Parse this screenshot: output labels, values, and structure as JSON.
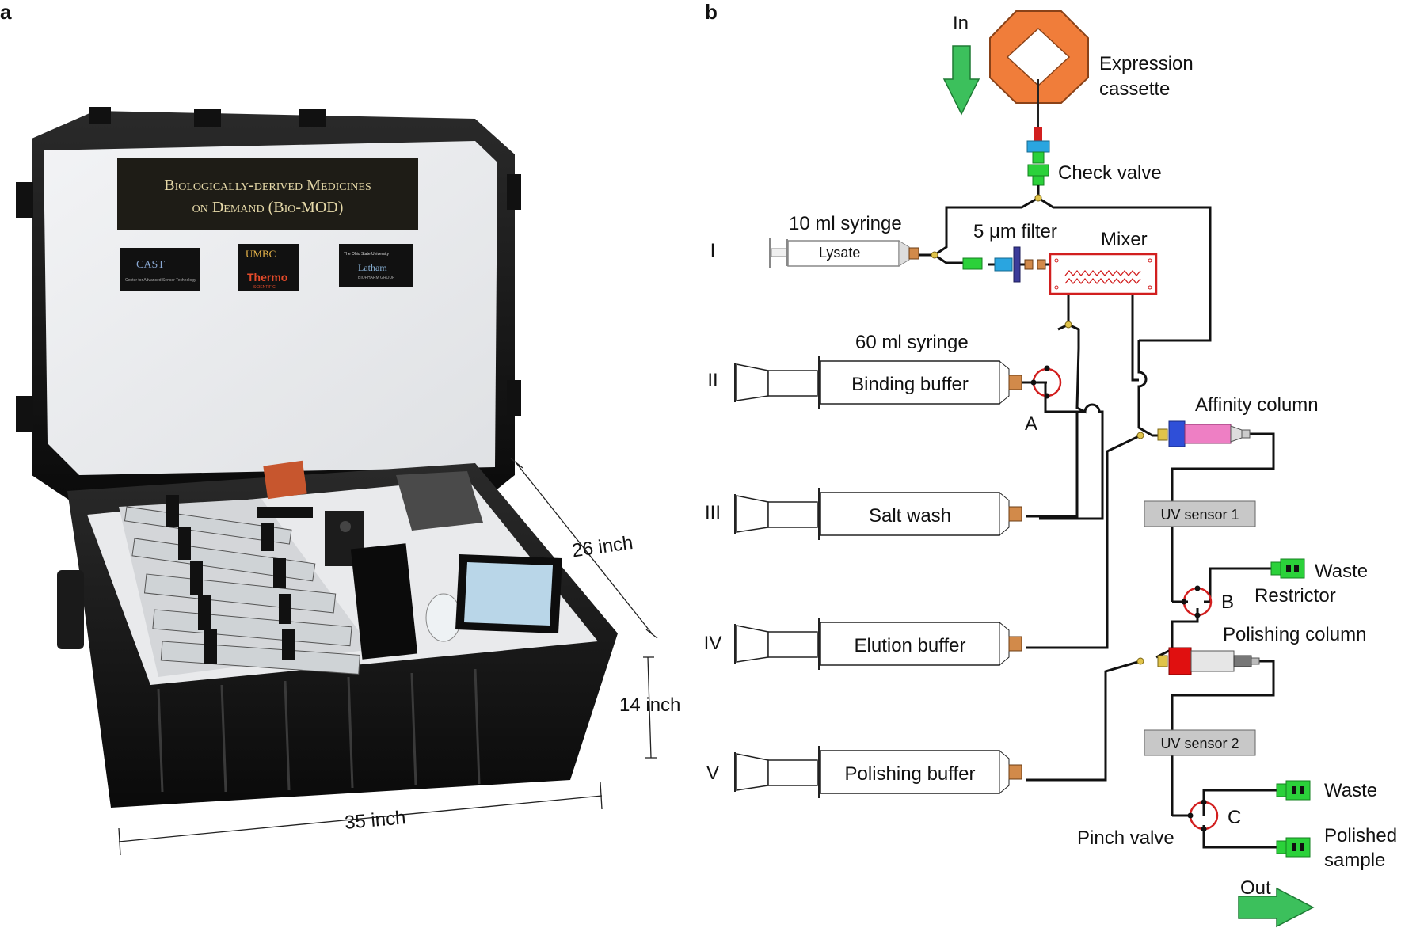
{
  "panels": {
    "a": "a",
    "b": "b"
  },
  "photo": {
    "banner_line1": "Biologically-derived Medicines",
    "banner_line2": "on Demand (Bio-MOD)",
    "logos": {
      "cast": "CAST",
      "cast_sub": "Center for Advanced Sensor Technology",
      "umbc": "UMBC",
      "thermo": "Thermo",
      "thermo_sub": "SCIENTIFIC",
      "osu": "The Ohio State University",
      "latham": "Latham",
      "latham_sub": "BIOPHARM GROUP"
    },
    "dimensions": {
      "depth": "26 inch",
      "height": "14 inch",
      "width": "35 inch"
    }
  },
  "diagram": {
    "in_label": "In",
    "out_label": "Out",
    "expression_cassette": "Expression\ncassette",
    "check_valve": "Check valve",
    "filter": "5 μm filter",
    "mixer": "Mixer",
    "syringe_small_label": "10 ml syringe",
    "syringe_large_label": "60 ml syringe",
    "lysate": "Lysate",
    "rows": [
      {
        "numeral": "I",
        "content": "Lysate"
      },
      {
        "numeral": "II",
        "content": "Binding buffer"
      },
      {
        "numeral": "III",
        "content": "Salt wash"
      },
      {
        "numeral": "IV",
        "content": "Elution buffer"
      },
      {
        "numeral": "V",
        "content": "Polishing buffer"
      }
    ],
    "affinity_column": "Affinity column",
    "polishing_column": "Polishing column",
    "uv1": "UV sensor 1",
    "uv2": "UV sensor 2",
    "waste1": "Waste",
    "waste2": "Waste",
    "restrictor": "Restrictor",
    "polished_sample": "Polished\nsample",
    "pinch_valve": "Pinch valve",
    "valves": {
      "a": "A",
      "b": "B",
      "c": "C"
    },
    "colors": {
      "tubing": "#111111",
      "cassette": "#f07d3a",
      "arrow": "#3cc05c",
      "valve": "#d21f1f",
      "mixer": "#d21f1f",
      "affinity_blue": "#2f4fd8",
      "affinity_pink": "#ee7fc4",
      "polishing_red": "#e01010",
      "connector_green": "#2bd13a",
      "connector_blue": "#2aa5e0",
      "sensor_gray": "#c8c8c8"
    }
  }
}
